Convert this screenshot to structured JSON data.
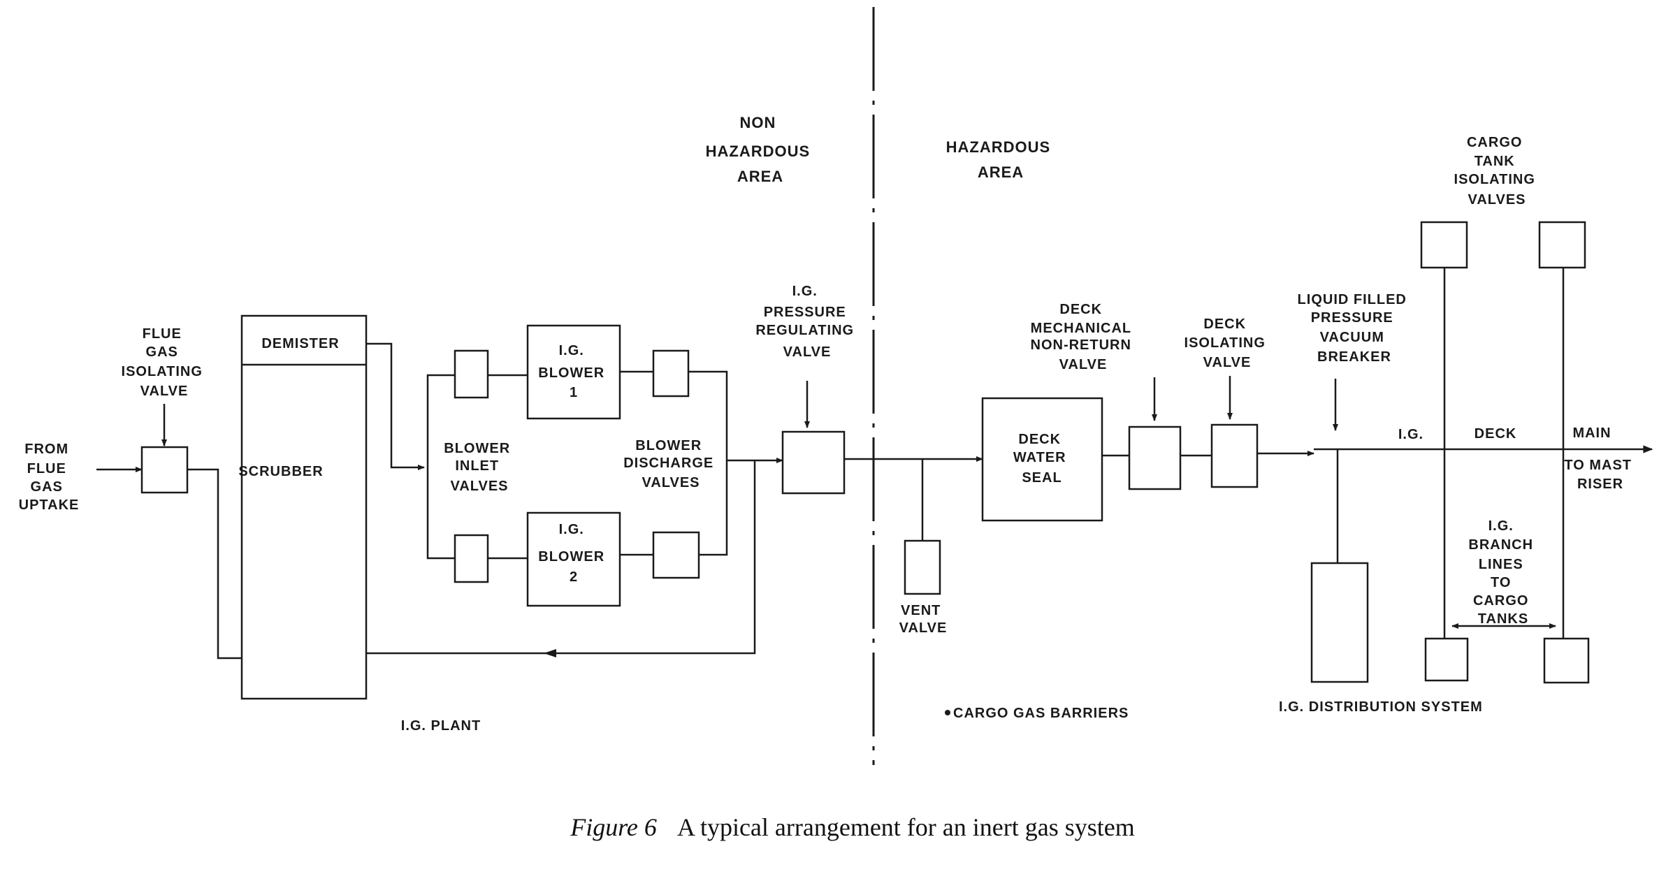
{
  "areas": {
    "non_hazardous": [
      "NON",
      "HAZARDOUS",
      "AREA"
    ],
    "hazardous": [
      "HAZARDOUS",
      "AREA"
    ]
  },
  "labels": {
    "from_flue_gas": [
      "FROM",
      "FLUE",
      "GAS",
      "UPTAKE"
    ],
    "flue_gas_isolating_valve": [
      "FLUE",
      "GAS",
      "ISOLATING",
      "VALVE"
    ],
    "demister": "DEMISTER",
    "scrubber": "SCRUBBER",
    "blower_1": [
      "I.G.",
      "BLOWER",
      "1"
    ],
    "blower_2": [
      "I.G.",
      "BLOWER",
      "2"
    ],
    "blower_inlet_valves": [
      "BLOWER",
      "INLET",
      "VALVES"
    ],
    "blower_discharge_valves": [
      "BLOWER",
      "DISCHARGE",
      "VALVES"
    ],
    "pressure_regulating_valve": [
      "I.G.",
      "PRESSURE",
      "REGULATING",
      "VALVE"
    ],
    "vent_valve": [
      "VENT",
      "VALVE"
    ],
    "deck_water_seal": [
      "DECK",
      "WATER",
      "SEAL"
    ],
    "deck_non_return_valve": [
      "DECK",
      "MECHANICAL",
      "NON-RETURN",
      "VALVE"
    ],
    "deck_isolating_valve": [
      "DECK",
      "ISOLATING",
      "VALVE"
    ],
    "pv_breaker": [
      "LIQUID FILLED",
      "PRESSURE",
      "VACUUM",
      "BREAKER"
    ],
    "cargo_tank_isolating_valves": [
      "CARGO",
      "TANK",
      "ISOLATING",
      "VALVES"
    ],
    "deck_main_ig": "I.G.",
    "deck_main_deck": "DECK",
    "deck_main_main": "MAIN",
    "to_mast_riser": [
      "TO MAST",
      "RISER"
    ],
    "branch_lines": [
      "I.G.",
      "BRANCH",
      "LINES",
      "TO",
      "CARGO",
      "TANKS"
    ],
    "ig_plant": "I.G. PLANT",
    "cargo_gas_barriers": "CARGO GAS BARRIERS",
    "ig_distribution_system": "I.G. DISTRIBUTION SYSTEM"
  },
  "caption": {
    "figure_label": "Figure 6",
    "text": "A typical arrangement for an inert gas system"
  }
}
